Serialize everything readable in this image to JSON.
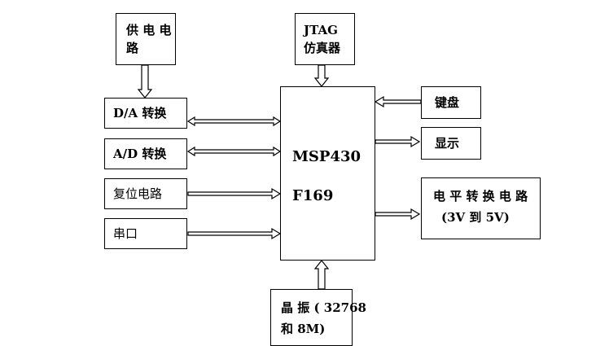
{
  "power": {
    "line1": "供 电 电",
    "line2": "路"
  },
  "jtag": {
    "line1": "JTAG",
    "line2": "仿真器"
  },
  "da": {
    "label": "D/A 转换"
  },
  "ad": {
    "label": "A/D 转换"
  },
  "reset": {
    "label": "复位电路"
  },
  "serial": {
    "label": "串口"
  },
  "mcu": {
    "line1": "MSP430",
    "line2": "F169"
  },
  "keyboard": {
    "label": "键盘"
  },
  "display": {
    "label": "显示"
  },
  "level_shift": {
    "line1": "电 平 转 换 电 路",
    "line2": "(3V 到 5V)"
  },
  "crystal": {
    "line1": "晶 振 ( 32768",
    "line2": "和 8M)"
  }
}
